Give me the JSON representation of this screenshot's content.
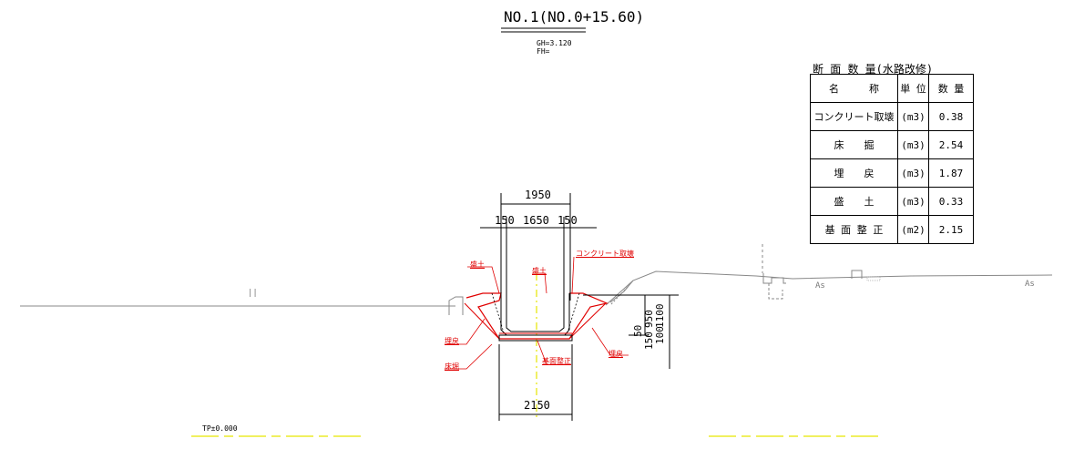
{
  "title": "NO.1(NO.0+15.60)",
  "ground_height": "GH=3.120",
  "formation_height": "FH=",
  "datum": "TP±0.000",
  "table": {
    "title": "断 面 数 量(水路改修)",
    "headers": [
      "名　　　称",
      "単 位",
      "数 量"
    ],
    "rows": [
      {
        "name": "コンクリート取壊",
        "unit": "(m3)",
        "qty": "0.38"
      },
      {
        "name": "床　　掘",
        "unit": "(m3)",
        "qty": "2.54"
      },
      {
        "name": "埋　　戻",
        "unit": "(m3)",
        "qty": "1.87"
      },
      {
        "name": "盛　　土",
        "unit": "(m3)",
        "qty": "0.33"
      },
      {
        "name": "基 面 整 正",
        "unit": "(m2)",
        "qty": "2.15"
      }
    ]
  },
  "labels": {
    "morido_left": "盛土",
    "morido_center": "盛土",
    "concrete_removal": "コンクリート取壊",
    "umemodoshi_left": "埋戻",
    "tokobori": "床堀",
    "kimen_seisei": "基面整正",
    "umemodoshi_right": "埋戻"
  },
  "dimensions": {
    "top_total": "1950",
    "left_wall": "150",
    "inner": "1650",
    "right_wall": "150",
    "bottom_total": "2150",
    "v_950": "950",
    "v_1100": "1100",
    "v_50": "50",
    "v_150": "150",
    "v_100": "100"
  },
  "surface_labels": {
    "as_left": "As",
    "as_right": "As",
    "marker": "||"
  },
  "colors": {
    "excavation": "#e00000",
    "centerline": "#e6e600",
    "line": "#000000",
    "ground": "#888888"
  }
}
